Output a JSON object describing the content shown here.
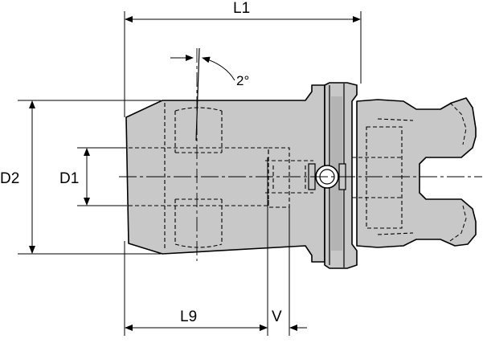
{
  "dimensions": {
    "overall_length": "L1",
    "bore_length": "L9",
    "body_diameter": "D2",
    "bore_diameter": "D1",
    "offset": "V"
  },
  "angle_label": "2°",
  "colors": {
    "body_fill": "#c8c8c8",
    "outline": "#000000",
    "hidden_lines": "#000000",
    "background": "#ffffff"
  }
}
